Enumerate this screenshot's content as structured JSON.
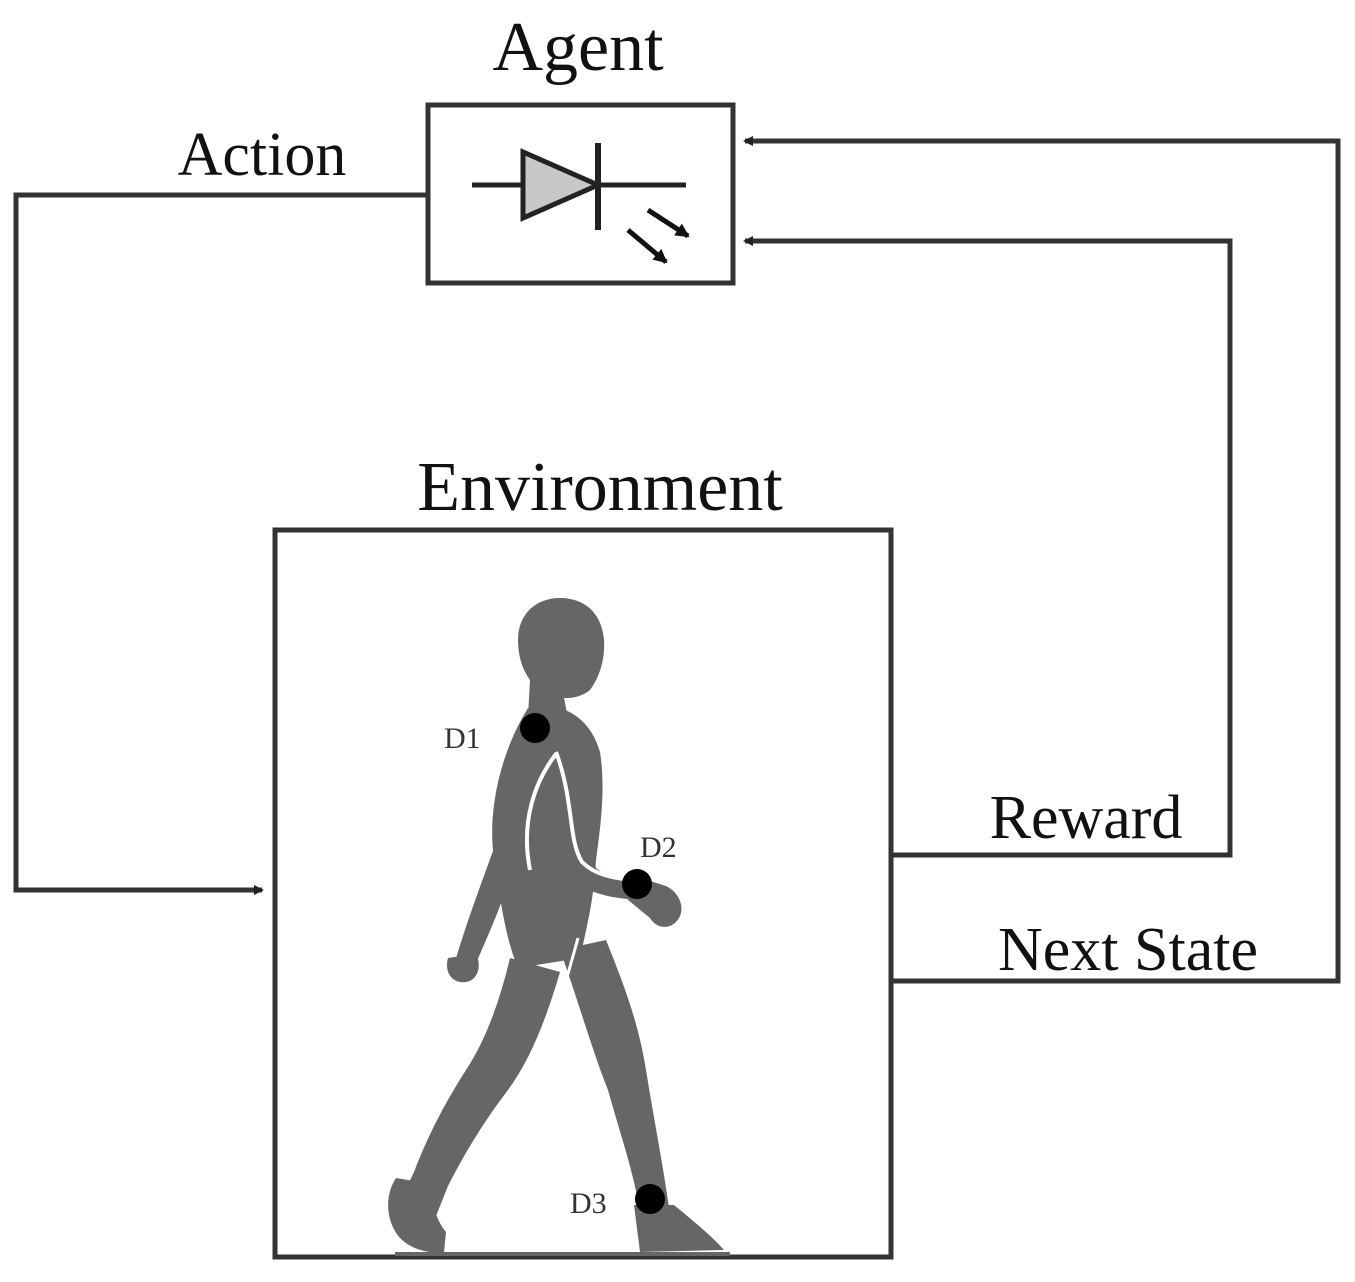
{
  "agent": {
    "title": "Agent",
    "icon": "photodiode-icon"
  },
  "environment": {
    "title": "Environment",
    "figure": "walking-person-icon",
    "sensors": [
      "D1",
      "D2",
      "D3"
    ]
  },
  "signals": {
    "action": "Action",
    "reward": "Reward",
    "next_state": "Next State"
  },
  "colors": {
    "line": "#333333",
    "figure": "#666666",
    "sensor": "#000000",
    "diode_fill": "#c8c8c8"
  }
}
